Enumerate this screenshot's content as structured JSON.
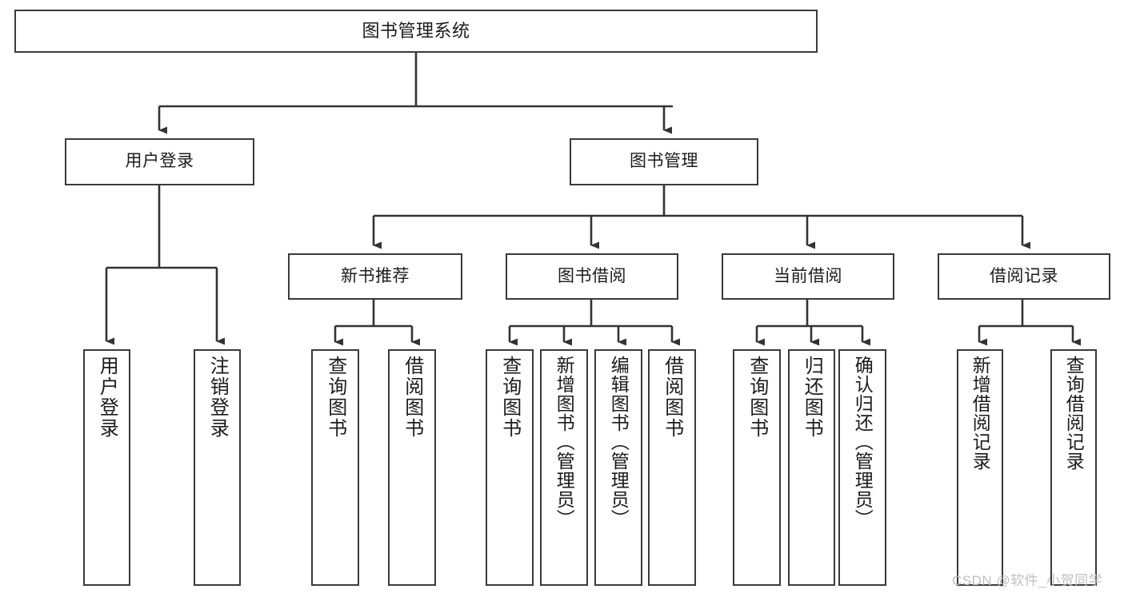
{
  "diagram": {
    "title": "图书管理系统",
    "type": "hierarchy-tree",
    "colors": {
      "background": "#ffffff",
      "node_border": "#3a3a3a",
      "node_fill": "#ffffff",
      "edge": "#333333",
      "text": "#1b1b1b",
      "watermark": "#bfbfbf"
    },
    "root": {
      "label": "图书管理系统"
    },
    "level1": [
      {
        "label": "用户登录"
      },
      {
        "label": "图书管理"
      }
    ],
    "level2": [
      {
        "label": "新书推荐"
      },
      {
        "label": "图书借阅"
      },
      {
        "label": "当前借阅"
      },
      {
        "label": "借阅记录"
      }
    ],
    "leaves": {
      "user_login": [
        {
          "label": "用户登录"
        },
        {
          "label": "注销登录"
        }
      ],
      "new_book_recommend": [
        {
          "label": "查询图书"
        },
        {
          "label": "借阅图书"
        }
      ],
      "book_borrow": [
        {
          "label": "查询图书"
        },
        {
          "label": "新增图书（管理员）"
        },
        {
          "label": "编辑图书（管理员）"
        },
        {
          "label": "借阅图书"
        }
      ],
      "current_borrow": [
        {
          "label": "查询图书"
        },
        {
          "label": "归还图书"
        },
        {
          "label": "确认归还（管理员）"
        }
      ],
      "borrow_record": [
        {
          "label": "新增借阅记录"
        },
        {
          "label": "查询借阅记录"
        }
      ]
    }
  },
  "watermark": {
    "text": "CSDN @软件_小贺同学"
  }
}
